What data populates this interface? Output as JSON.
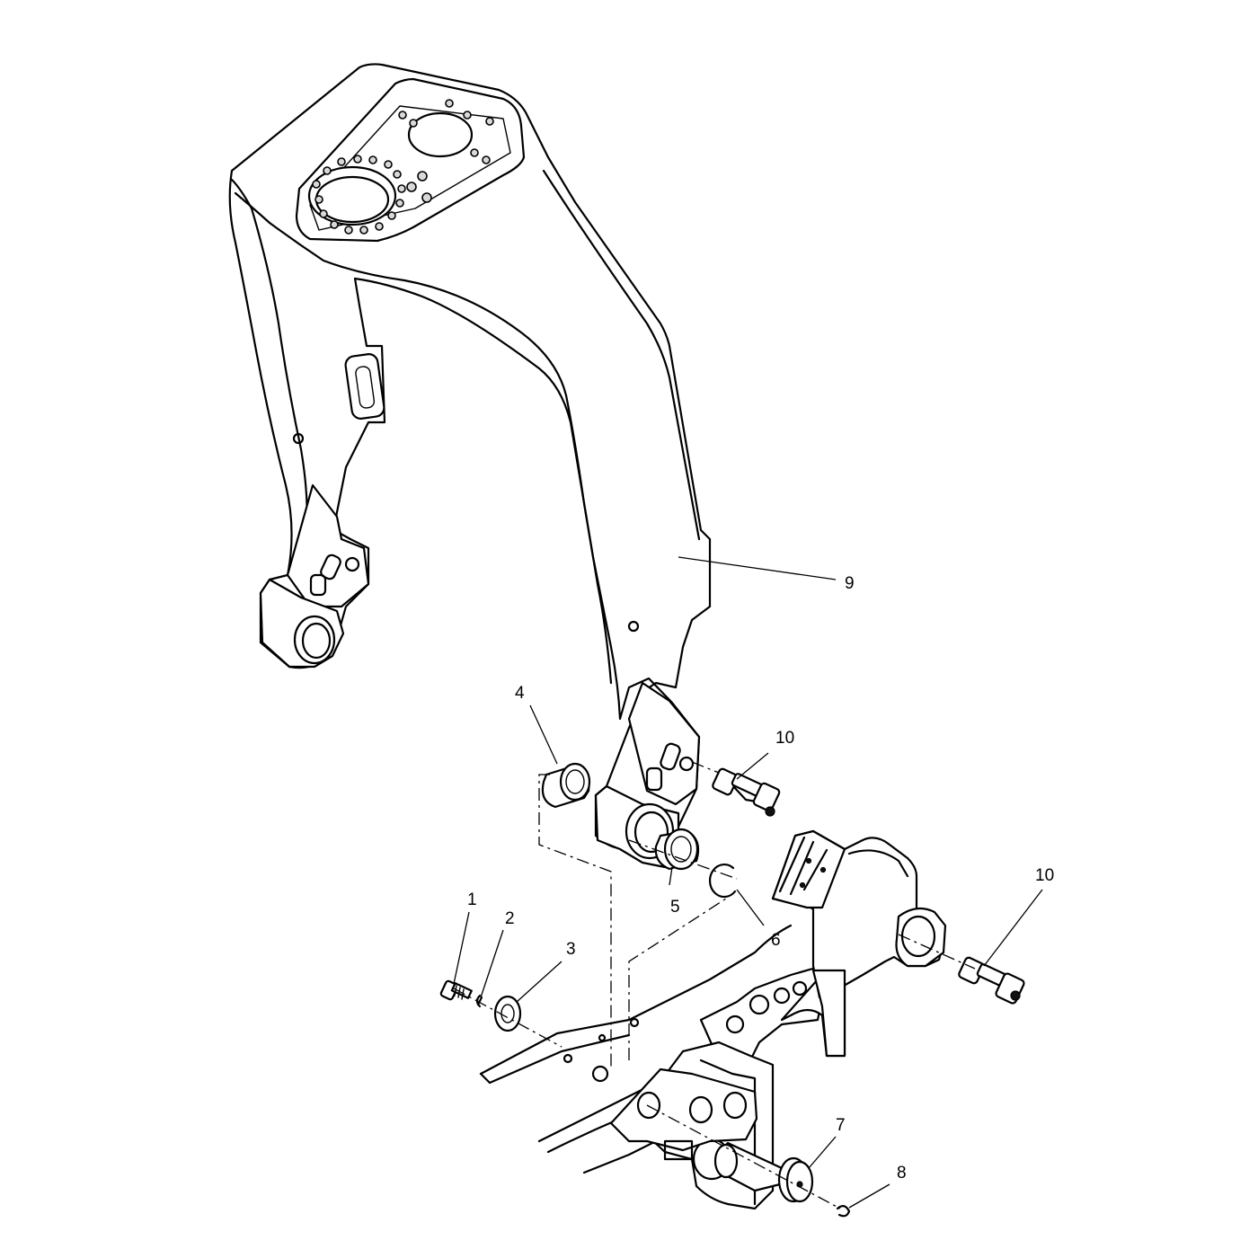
{
  "callouts": [
    {
      "id": "1",
      "label": "1"
    },
    {
      "id": "2",
      "label": "2"
    },
    {
      "id": "3",
      "label": "3"
    },
    {
      "id": "4",
      "label": "4"
    },
    {
      "id": "5",
      "label": "5"
    },
    {
      "id": "6",
      "label": "6"
    },
    {
      "id": "7",
      "label": "7"
    },
    {
      "id": "8",
      "label": "8"
    },
    {
      "id": "9",
      "label": "9"
    },
    {
      "id": "10a",
      "label": "10"
    },
    {
      "id": "10b",
      "label": "10"
    }
  ]
}
